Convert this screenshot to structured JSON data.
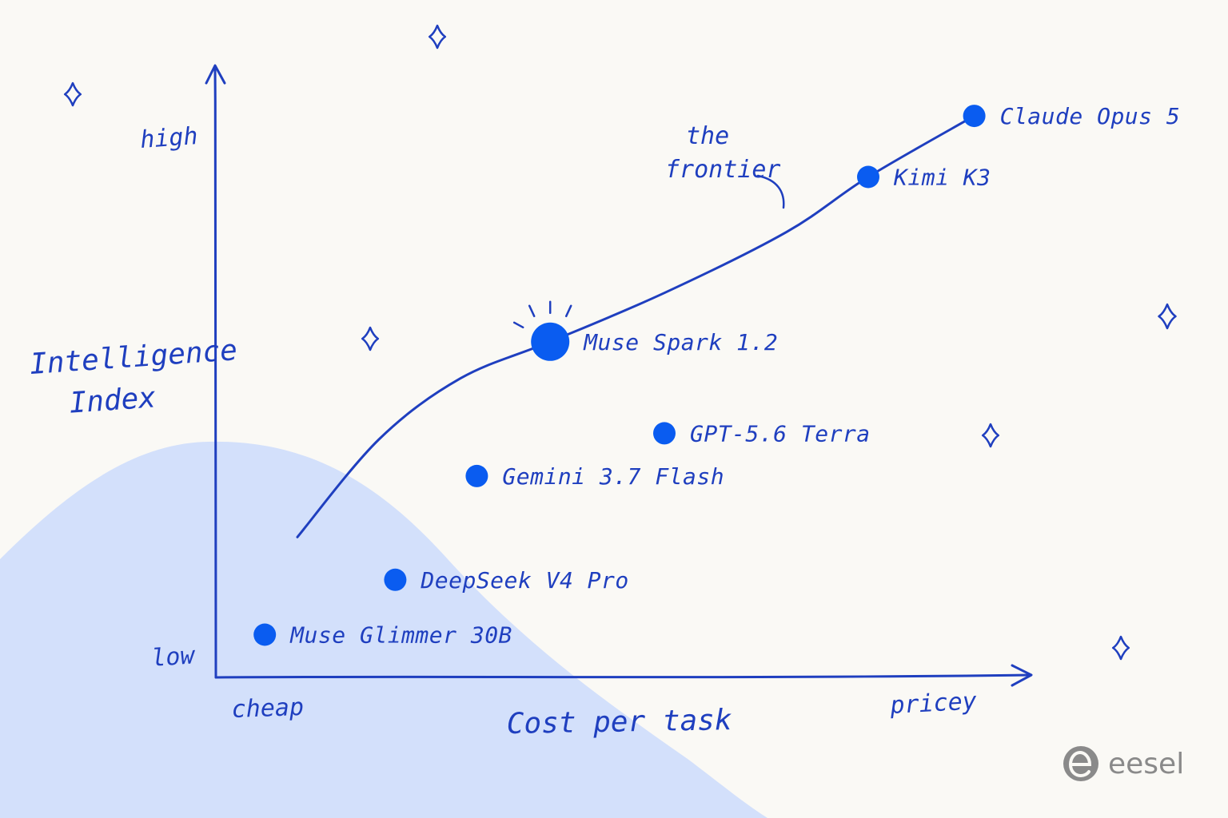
{
  "chart_data": {
    "type": "scatter",
    "ylabel": "Intelligence Index",
    "xlabel": "Cost per task",
    "x_axis_ends": {
      "min_label": "cheap",
      "max_label": "pricey"
    },
    "y_axis_ends": {
      "min_label": "low",
      "max_label": "high"
    },
    "xlim": [
      0,
      100
    ],
    "ylim": [
      0,
      100
    ],
    "grid": false,
    "legend": "none",
    "annotation": {
      "line1": "the",
      "line2": "frontier"
    },
    "points": [
      {
        "name": "Muse Glimmer 30B",
        "x": 6,
        "y": 7,
        "highlight": false
      },
      {
        "name": "DeepSeek V4 Pro",
        "x": 22,
        "y": 16,
        "highlight": false
      },
      {
        "name": "Gemini 3.7 Flash",
        "x": 32,
        "y": 33,
        "highlight": false
      },
      {
        "name": "GPT-5.6 Terra",
        "x": 55,
        "y": 40,
        "highlight": false
      },
      {
        "name": "Muse Spark 1.2",
        "x": 41,
        "y": 55,
        "highlight": true
      },
      {
        "name": "Kimi K3",
        "x": 80,
        "y": 82,
        "highlight": false
      },
      {
        "name": "Claude Opus 5",
        "x": 93,
        "y": 92,
        "highlight": false
      }
    ],
    "frontier": {
      "x": [
        10,
        20,
        30,
        41,
        55,
        70,
        80,
        93
      ],
      "y": [
        23,
        39,
        49,
        55,
        63,
        73,
        82,
        92
      ]
    }
  },
  "colors": {
    "ink": "#1f3fbf",
    "dot": "#0a5cf0",
    "cloud": "#d3e0fb",
    "background": "#faf9f5",
    "logo": "#8a8a8a"
  },
  "logo": {
    "text": "eesel",
    "icon": "eesel-e-logo-icon"
  }
}
